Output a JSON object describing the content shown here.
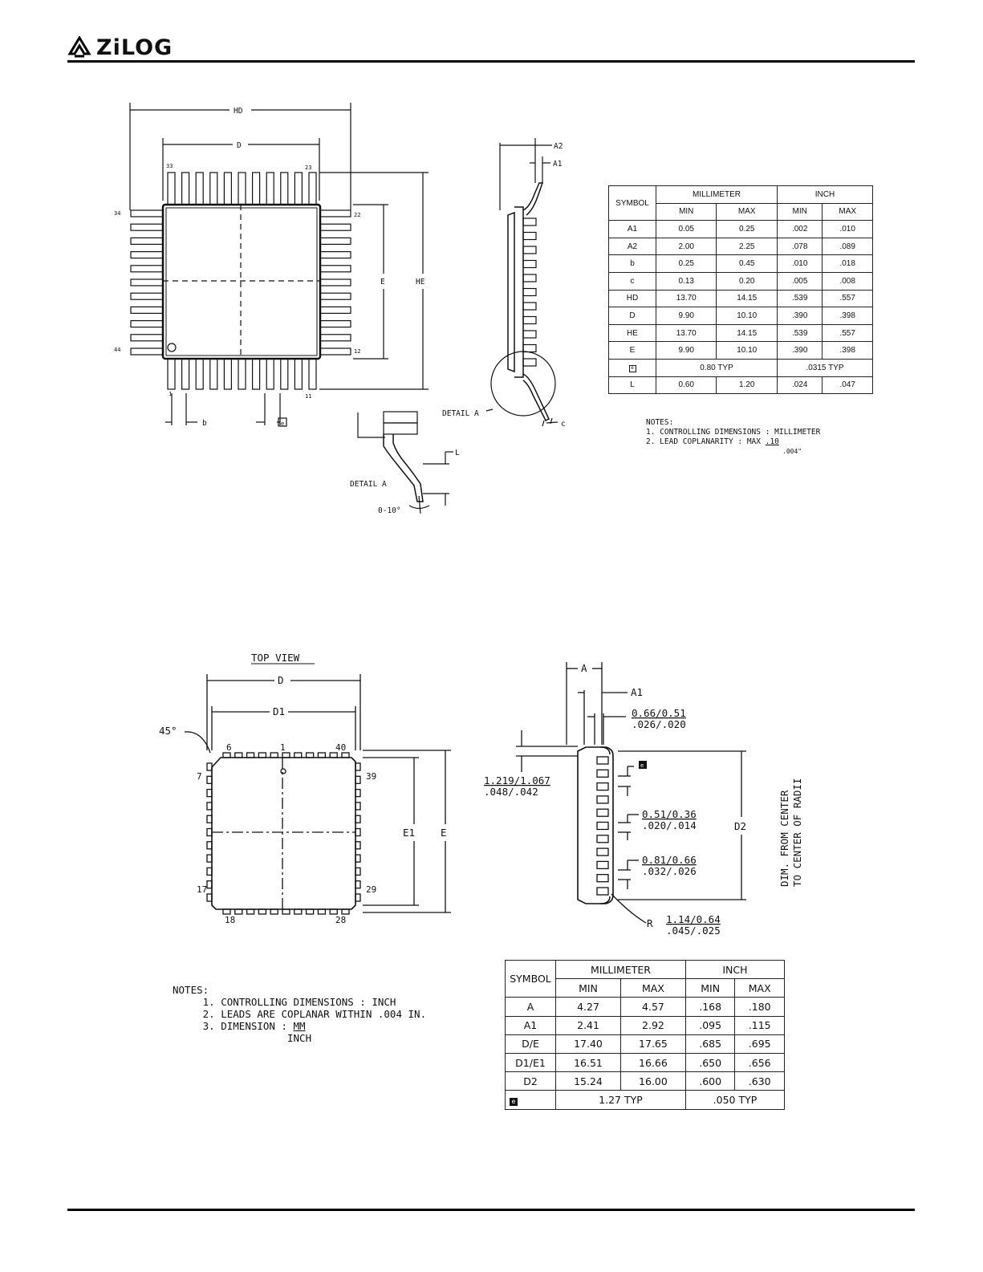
{
  "header": {
    "logo_text": "ZiLOG"
  },
  "fig1": {
    "labels": {
      "HD": "HD",
      "D": "D",
      "E": "E",
      "HE": "HE",
      "A2": "A2",
      "A1": "A1",
      "b": "b",
      "e": "e",
      "c": "c",
      "L": "L",
      "detailA": "DETAIL A",
      "angle": "0-10°",
      "pin33": "33",
      "pin23": "23",
      "pin34": "34",
      "pin22": "22",
      "pin44": "44",
      "pin12": "12",
      "pin1": "1",
      "pin11": "11"
    },
    "table": {
      "symbol": "SYMBOL",
      "mm": "MILLIMETER",
      "inch": "INCH",
      "min": "MIN",
      "max": "MAX",
      "rows": [
        {
          "sym": "A1",
          "mm_min": "0.05",
          "mm_max": "0.25",
          "in_min": ".002",
          "in_max": ".010"
        },
        {
          "sym": "A2",
          "mm_min": "2.00",
          "mm_max": "2.25",
          "in_min": ".078",
          "in_max": ".089"
        },
        {
          "sym": "b",
          "mm_min": "0.25",
          "mm_max": "0.45",
          "in_min": ".010",
          "in_max": ".018"
        },
        {
          "sym": "c",
          "mm_min": "0.13",
          "mm_max": "0.20",
          "in_min": ".005",
          "in_max": ".008"
        },
        {
          "sym": "HD",
          "mm_min": "13.70",
          "mm_max": "14.15",
          "in_min": ".539",
          "in_max": ".557"
        },
        {
          "sym": "D",
          "mm_min": "9.90",
          "mm_max": "10.10",
          "in_min": ".390",
          "in_max": ".398"
        },
        {
          "sym": "HE",
          "mm_min": "13.70",
          "mm_max": "14.15",
          "in_min": ".539",
          "in_max": ".557"
        },
        {
          "sym": "E",
          "mm_min": "9.90",
          "mm_max": "10.10",
          "in_min": ".390",
          "in_max": ".398"
        }
      ],
      "e_row": {
        "sym": "e",
        "mm": "0.80  TYP",
        "in": ".0315  TYP"
      },
      "l_row": {
        "sym": "L",
        "mm_min": "0.60",
        "mm_max": "1.20",
        "in_min": ".024",
        "in_max": ".047"
      }
    },
    "notes": {
      "title": "NOTES:",
      "n1": "1. CONTROLLING DIMENSIONS : MILLIMETER",
      "n2": "2. LEAD COPLANARITY : MAX ",
      "n2_mm": ".10",
      "n2_in": ".004\""
    }
  },
  "fig2": {
    "labels": {
      "top_view": "TOP VIEW",
      "D": "D",
      "D1": "D1",
      "E1": "E1",
      "E": "E",
      "D2": "D2",
      "A": "A",
      "A1": "A1",
      "deg": "45°",
      "e": "e",
      "pin6": "6",
      "pin1": "1",
      "pin40": "40",
      "pin7": "7",
      "pin39": "39",
      "pin17": "17",
      "pin29": "29",
      "pin18": "18",
      "pin28": "28",
      "d1_mm": "0.66/0.51",
      "d1_in": ".026/.020",
      "d2_mm": "1.219/1.067",
      "d2_in": ".048/.042",
      "d3_mm": "0.51/0.36",
      "d3_in": ".020/.014",
      "d4_mm": "0.81/0.66",
      "d4_in": ".032/.026",
      "r": "R",
      "r_mm": "1.14/0.64",
      "r_in": ".045/.025",
      "dim1": "DIM. FROM CENTER",
      "dim2": "TO CENTER OF RADII"
    },
    "table": {
      "symbol": "SYMBOL",
      "mm": "MILLIMETER",
      "inch": "INCH",
      "min": "MIN",
      "max": "MAX",
      "rows": [
        {
          "sym": "A",
          "mm_min": "4.27",
          "mm_max": "4.57",
          "in_min": ".168",
          "in_max": ".180"
        },
        {
          "sym": "A1",
          "mm_min": "2.41",
          "mm_max": "2.92",
          "in_min": ".095",
          "in_max": ".115"
        },
        {
          "sym": "D/E",
          "mm_min": "17.40",
          "mm_max": "17.65",
          "in_min": ".685",
          "in_max": ".695"
        },
        {
          "sym": "D1/E1",
          "mm_min": "16.51",
          "mm_max": "16.66",
          "in_min": ".650",
          "in_max": ".656"
        },
        {
          "sym": "D2",
          "mm_min": "15.24",
          "mm_max": "16.00",
          "in_min": ".600",
          "in_max": ".630"
        }
      ],
      "e_row": {
        "sym": "e",
        "mm": "1.27  TYP",
        "in": ".050  TYP"
      }
    },
    "notes": {
      "title": "NOTES:",
      "n1": "1. CONTROLLING DIMENSIONS : INCH",
      "n2": "2. LEADS ARE COPLANAR WITHIN .004 IN.",
      "n3": "3. DIMENSION : ",
      "n3_num": "MM",
      "n3_den": "INCH"
    }
  }
}
